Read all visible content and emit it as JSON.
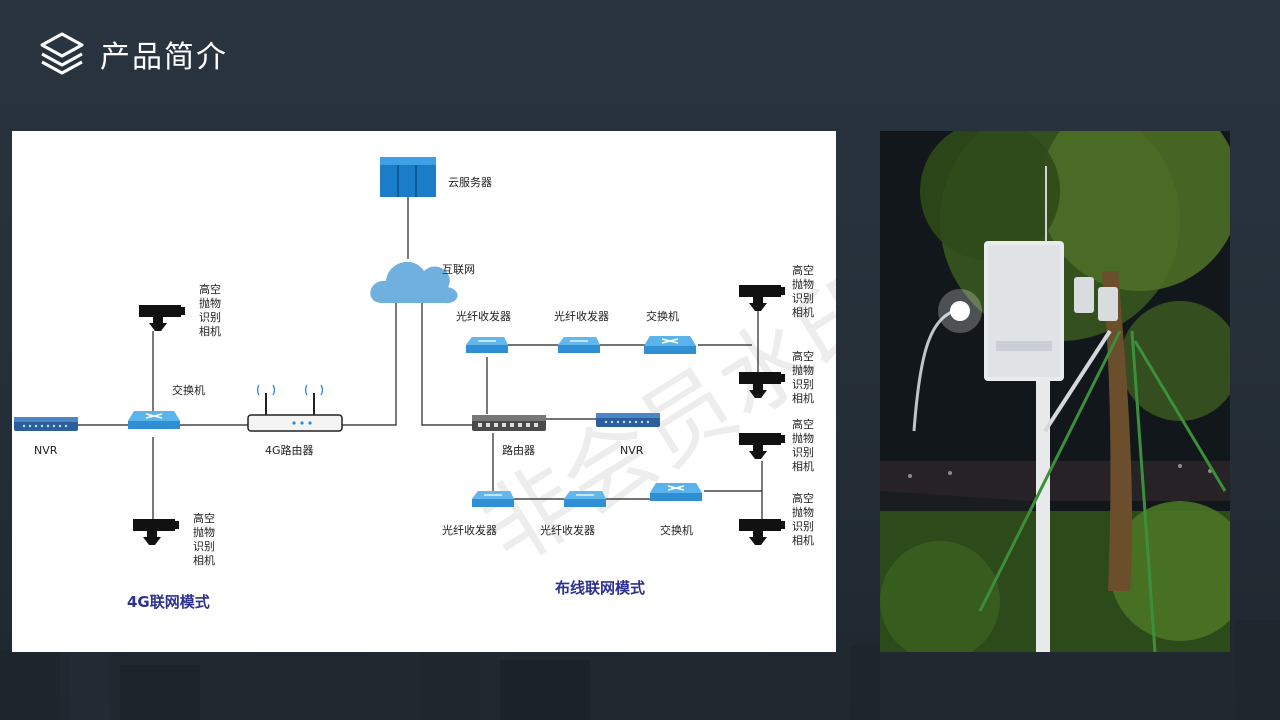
{
  "header": {
    "title": "产品简介",
    "icon": "layers-icon"
  },
  "diagram": {
    "cloud_server": "云服务器",
    "internet": "互联网",
    "left": {
      "nvr": "NVR",
      "switch": "交换机",
      "router_4g": "4G路由器",
      "camera_top": [
        "高空",
        "抛物",
        "识别",
        "相机"
      ],
      "camera_bottom": [
        "高空",
        "抛物",
        "识别",
        "相机"
      ],
      "mode_title": "4G联网模式"
    },
    "right": {
      "transceiver_1": "光纤收发器",
      "transceiver_2": "光纤收发器",
      "switch_top": "交换机",
      "router": "路由器",
      "nvr": "NVR",
      "transceiver_3": "光纤收发器",
      "transceiver_4": "光纤收发器",
      "switch_bottom": "交换机",
      "camera_1": [
        "高空",
        "抛物",
        "识别",
        "相机"
      ],
      "camera_2": [
        "高空",
        "抛物",
        "识别",
        "相机"
      ],
      "camera_3": [
        "高空",
        "抛物",
        "识别",
        "相机"
      ],
      "camera_4": [
        "高空",
        "抛物",
        "识别",
        "相机"
      ],
      "mode_title": "布线联网模式"
    },
    "watermark": "非会员水印"
  },
  "colors": {
    "accent_blue": "#2a8ad0",
    "mode_title": "#2e3192",
    "background": "#27313b"
  }
}
